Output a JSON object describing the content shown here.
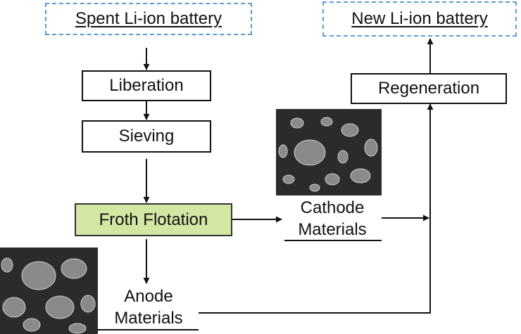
{
  "diagram": {
    "spent_battery": "Spent Li-ion battery",
    "new_battery": "New Li-ion battery",
    "liberation": "Liberation",
    "sieving": "Sieving",
    "froth_flotation": "Froth Flotation",
    "regeneration": "Regeneration",
    "cathode": {
      "line1": "Cathode",
      "line2": "Materials"
    },
    "anode": {
      "line1": "Anode",
      "line2": "Materials"
    }
  },
  "colors": {
    "dashed_border": "#5b9bd5",
    "flotation_fill": "#d3e7a5",
    "line": "#111111",
    "micrograph_bg": "#2b2b2b"
  }
}
